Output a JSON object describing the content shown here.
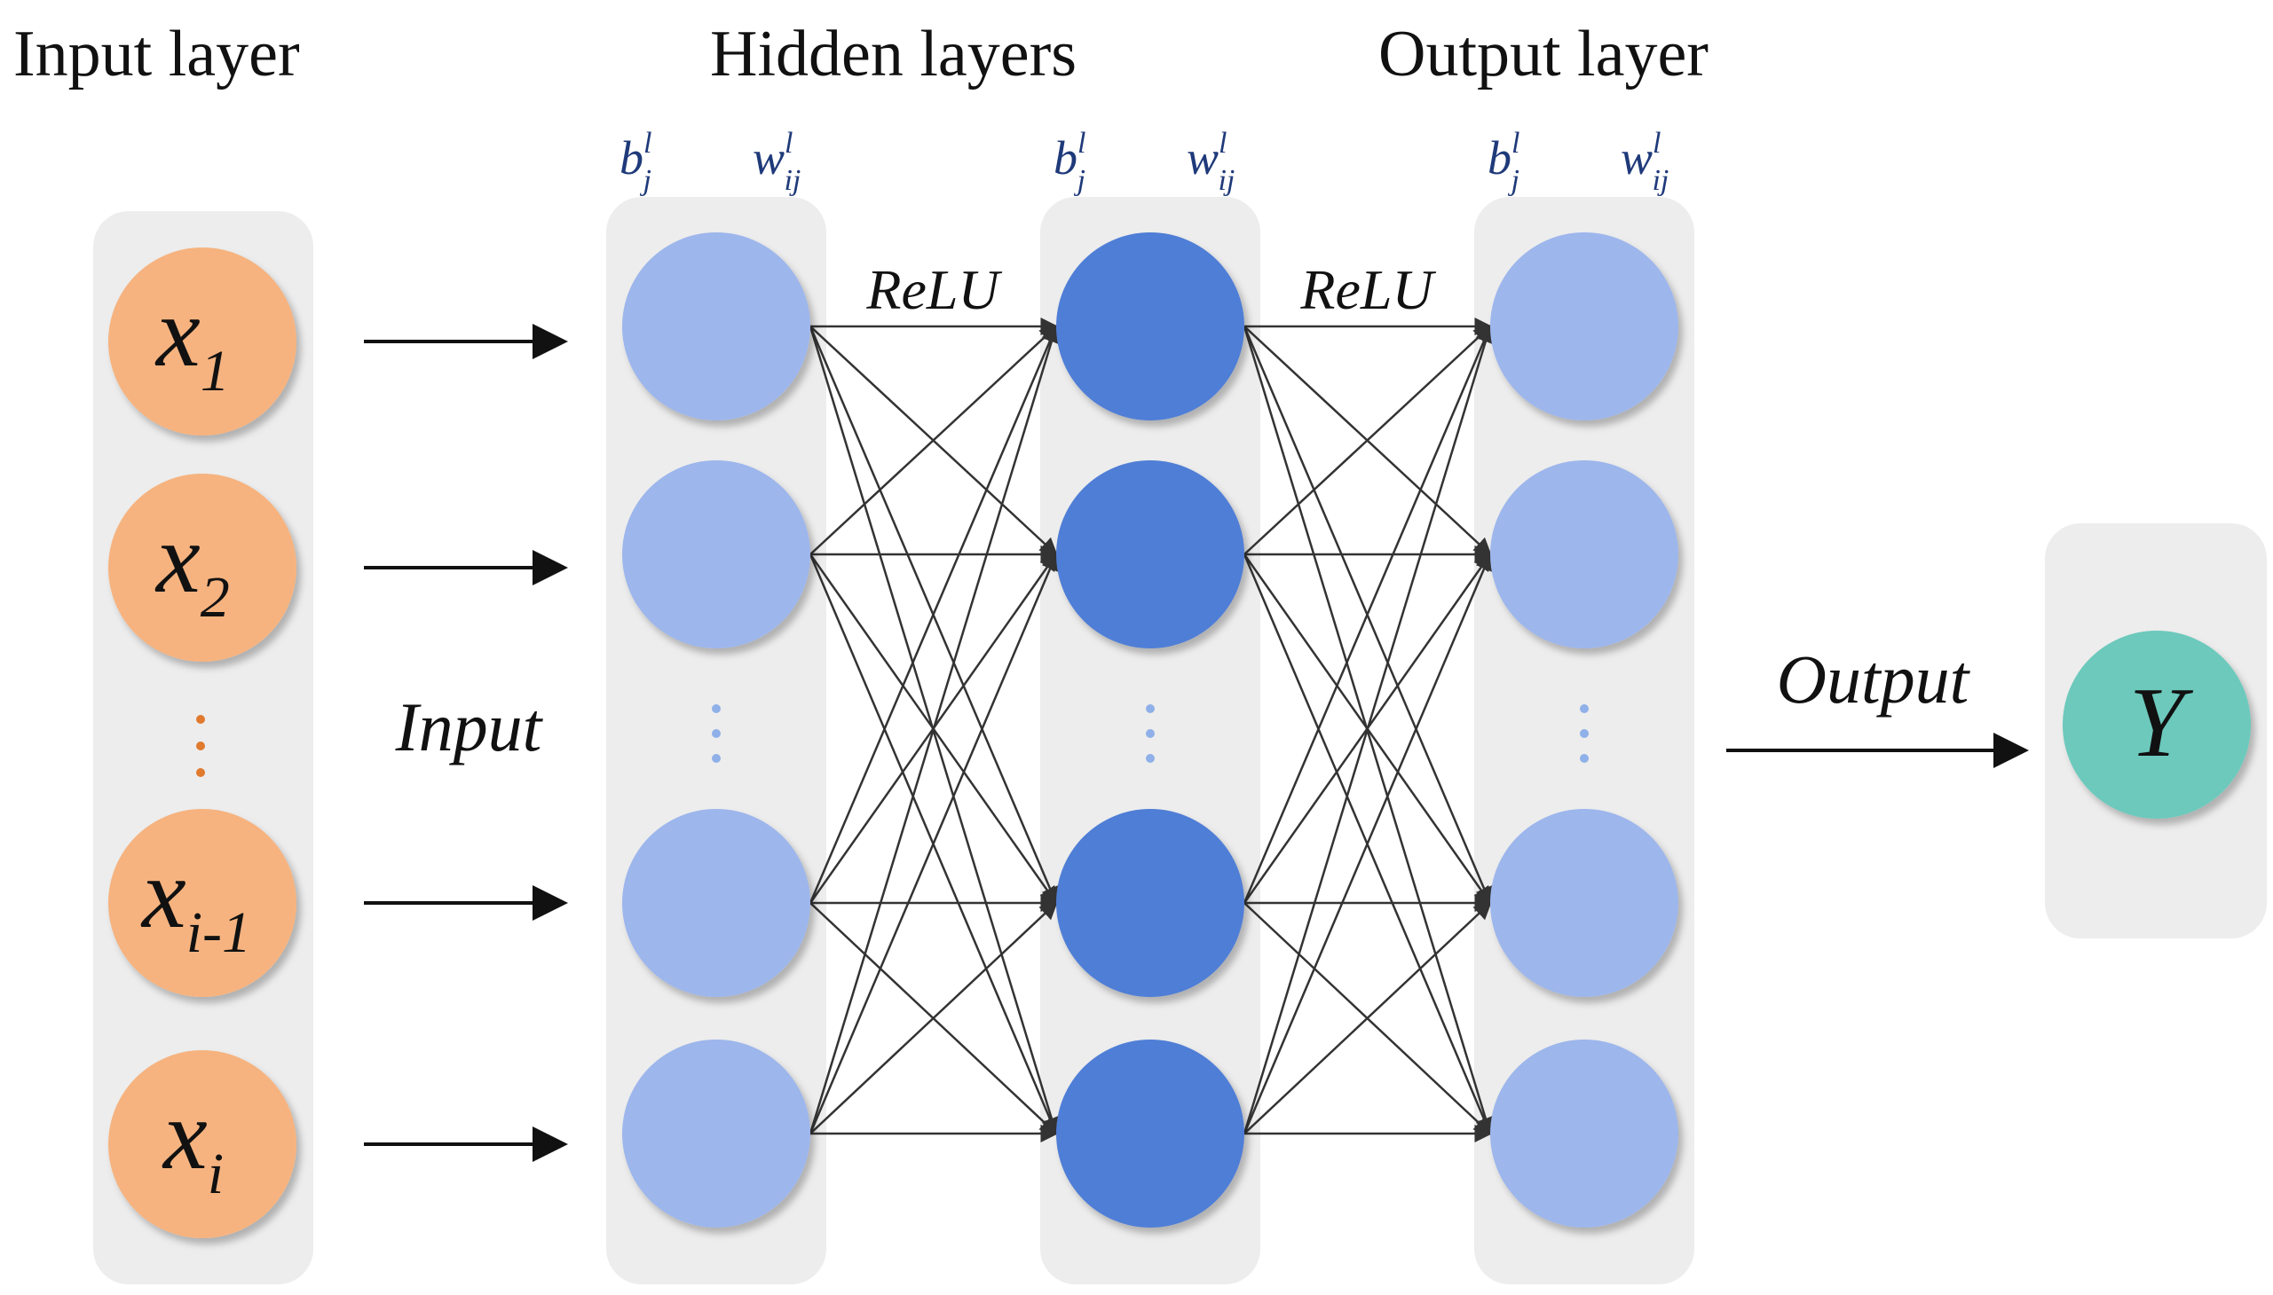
{
  "headers": {
    "input_layer": "Input layer",
    "hidden_layers": "Hidden layers",
    "output_layer": "Output layer"
  },
  "params": {
    "bias_base": "b",
    "bias_sup": "l",
    "bias_sub": "j",
    "weight_base": "w",
    "weight_sup": "l",
    "weight_sub": "ij"
  },
  "activations": [
    "ReLU",
    "ReLU"
  ],
  "edge_labels": {
    "input": "Input",
    "output": "Output"
  },
  "inputs": [
    {
      "base": "x",
      "sub": "1"
    },
    {
      "base": "x",
      "sub": "2"
    },
    {
      "base": "x",
      "sub": "i-1"
    },
    {
      "base": "x",
      "sub": "i"
    }
  ],
  "output_node": "Y",
  "colors": {
    "panel": "#ededed",
    "input_node": "#f6b37f",
    "light_node": "#9db6ec",
    "dark_node": "#4f7ed6",
    "output_node": "#6cc9bc",
    "input_dots": "#e07a2e",
    "layer_dots": "#8fb0e8",
    "arrow": "#111111",
    "connection": "#333333"
  }
}
